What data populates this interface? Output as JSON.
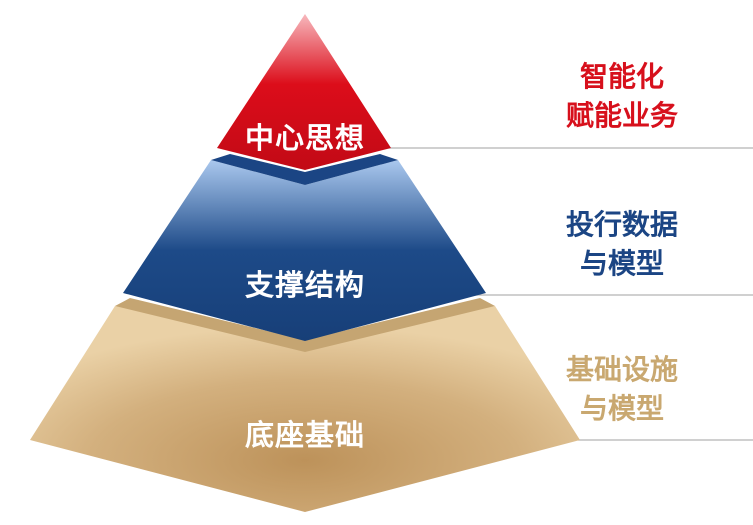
{
  "pyramid": {
    "levels": [
      {
        "label": "中心思想",
        "description": [
          "智能化",
          "赋能业务"
        ],
        "color": "#d7101c"
      },
      {
        "label": "支撑结构",
        "description": [
          "投行数据",
          "与模型"
        ],
        "color": "#1b4584"
      },
      {
        "label": "底座基础",
        "description": [
          "基础设施",
          "与模型"
        ],
        "color": "#c9a870"
      }
    ]
  }
}
